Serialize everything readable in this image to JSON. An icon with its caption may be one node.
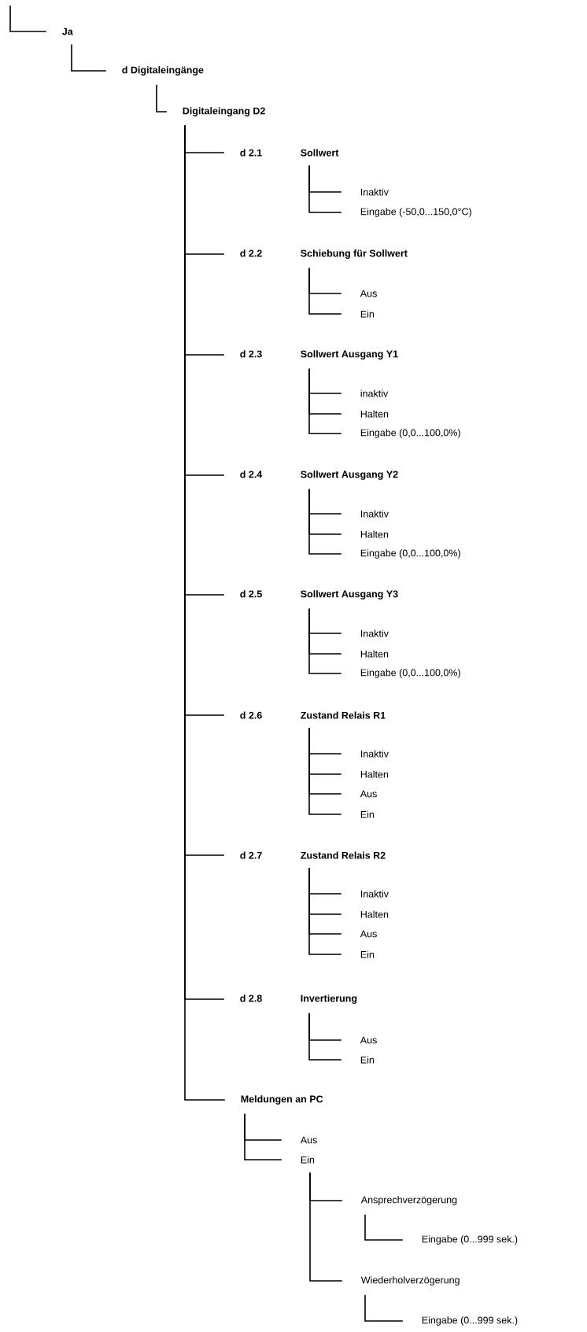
{
  "diagram": {
    "nodes": [
      {
        "text": [
          "Ja"
        ]
      },
      {
        "text": [
          "d Digitaleingänge"
        ]
      },
      {
        "text": [
          "Digitaleingang D2"
        ]
      },
      {
        "text": [
          "d 2.1",
          "Sollwert"
        ]
      },
      {
        "text": [
          "Inaktiv"
        ]
      },
      {
        "text": [
          "Eingabe (-50,0...150,0°C)"
        ]
      },
      {
        "text": [
          "d 2.2",
          "Schiebung für Sollwert"
        ]
      },
      {
        "text": [
          "Aus"
        ]
      },
      {
        "text": [
          "Ein"
        ]
      },
      {
        "text": [
          "d 2.3",
          "Sollwert Ausgang Y1"
        ]
      },
      {
        "text": [
          "inaktiv"
        ]
      },
      {
        "text": [
          "Halten"
        ]
      },
      {
        "text": [
          "Eingabe (0,0...100,0%)"
        ]
      },
      {
        "text": [
          "d 2.4",
          "Sollwert Ausgang Y2"
        ]
      },
      {
        "text": [
          "Inaktiv"
        ]
      },
      {
        "text": [
          "Halten"
        ]
      },
      {
        "text": [
          "Eingabe (0,0...100,0%)"
        ]
      },
      {
        "text": [
          "d 2.5",
          "Sollwert Ausgang Y3"
        ]
      },
      {
        "text": [
          "Inaktiv"
        ]
      },
      {
        "text": [
          "Halten"
        ]
      },
      {
        "text": [
          "Eingabe (0,0...100,0%)"
        ]
      },
      {
        "text": [
          "d 2.6",
          "Zustand Relais R1"
        ]
      },
      {
        "text": [
          "Inaktiv"
        ]
      },
      {
        "text": [
          "Halten"
        ]
      },
      {
        "text": [
          "Aus"
        ]
      },
      {
        "text": [
          "Ein"
        ]
      },
      {
        "text": [
          "d 2.7",
          "Zustand Relais R2"
        ]
      },
      {
        "text": [
          "Inaktiv"
        ]
      },
      {
        "text": [
          "Halten"
        ]
      },
      {
        "text": [
          "Aus"
        ]
      },
      {
        "text": [
          "Ein"
        ]
      },
      {
        "text": [
          "d 2.8",
          "Invertierung"
        ]
      },
      {
        "text": [
          "Aus"
        ]
      },
      {
        "text": [
          "Ein"
        ]
      },
      {
        "text": [
          "Meldungen an PC"
        ]
      },
      {
        "text": [
          "Aus"
        ]
      },
      {
        "text": [
          "Ein"
        ]
      },
      {
        "text": [
          "Ansprechverzögerung"
        ]
      },
      {
        "text": [
          "Wiederholverzögerung"
        ]
      },
      {
        "text": [
          "Eingabe (0...999 sek.)"
        ]
      },
      {
        "text": [
          "Eingabe (0...999 sek.)"
        ]
      }
    ],
    "edges": [
      {
        "from": null,
        "to": 0,
        "arrow": "none"
      },
      {
        "from": 0,
        "to": 1,
        "arrow": "none"
      },
      {
        "from": 1,
        "to": 2,
        "arrow": "none"
      },
      {
        "from": 2,
        "to": 3,
        "arrow": "none"
      },
      {
        "from": 3,
        "to": 4,
        "arrow": "none"
      },
      {
        "from": 3,
        "to": 5,
        "arrow": "none"
      },
      {
        "from": 2,
        "to": 6,
        "arrow": "none"
      },
      {
        "from": 6,
        "to": 7,
        "arrow": "none"
      },
      {
        "from": 6,
        "to": 8,
        "arrow": "none"
      },
      {
        "from": 2,
        "to": 9,
        "arrow": "none"
      },
      {
        "from": 9,
        "to": 10,
        "arrow": "none"
      },
      {
        "from": 9,
        "to": 11,
        "arrow": "none"
      },
      {
        "from": 9,
        "to": 12,
        "arrow": "none"
      },
      {
        "from": 2,
        "to": 13,
        "arrow": "none"
      },
      {
        "from": 13,
        "to": 14,
        "arrow": "none"
      },
      {
        "from": 13,
        "to": 15,
        "arrow": "none"
      },
      {
        "from": 13,
        "to": 16,
        "arrow": "none"
      },
      {
        "from": 2,
        "to": 17,
        "arrow": "none"
      },
      {
        "from": 17,
        "to": 18,
        "arrow": "none"
      },
      {
        "from": 17,
        "to": 19,
        "arrow": "none"
      },
      {
        "from": 17,
        "to": 20,
        "arrow": "none"
      },
      {
        "from": 2,
        "to": 21,
        "arrow": "none"
      },
      {
        "from": 21,
        "to": 22,
        "arrow": "none"
      },
      {
        "from": 21,
        "to": 23,
        "arrow": "none"
      },
      {
        "from": 21,
        "to": 24,
        "arrow": "none"
      },
      {
        "from": 21,
        "to": 25,
        "arrow": "none"
      },
      {
        "from": 2,
        "to": 26,
        "arrow": "none"
      },
      {
        "from": 26,
        "to": 27,
        "arrow": "none"
      },
      {
        "from": 26,
        "to": 28,
        "arrow": "none"
      },
      {
        "from": 26,
        "to": 29,
        "arrow": "none"
      },
      {
        "from": 26,
        "to": 30,
        "arrow": "none"
      },
      {
        "from": 2,
        "to": 31,
        "arrow": "none"
      },
      {
        "from": 31,
        "to": 32,
        "arrow": "none"
      },
      {
        "from": 31,
        "to": 33,
        "arrow": "none"
      },
      {
        "from": 2,
        "to": 34,
        "arrow": "none"
      },
      {
        "from": 34,
        "to": 35,
        "arrow": "none"
      },
      {
        "from": 34,
        "to": 36,
        "arrow": "none"
      },
      {
        "from": 36,
        "to": 37,
        "arrow": "none"
      },
      {
        "from": 36,
        "to": 38,
        "arrow": "none"
      },
      {
        "from": 37,
        "to": 39,
        "arrow": "none"
      },
      {
        "from": 38,
        "to": 40,
        "arrow": "none"
      }
    ]
  }
}
